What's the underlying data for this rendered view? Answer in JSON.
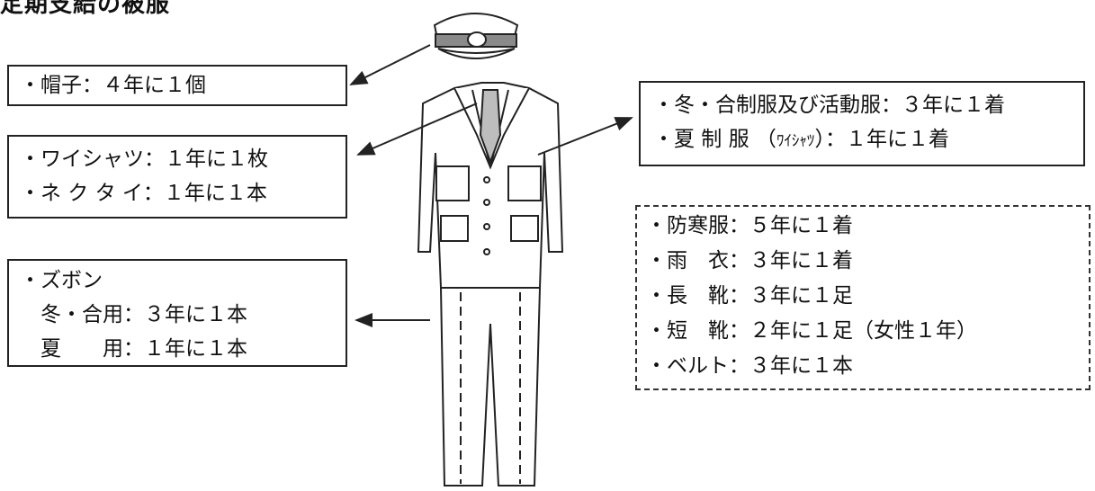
{
  "title": "定期支給の被服",
  "boxes": {
    "hat": {
      "lines": [
        "・帽子：４年に１個"
      ]
    },
    "shirt": {
      "lines": [
        "・ワイシャツ：１年に１枚",
        "・ネ ク タ イ：１年に１本"
      ]
    },
    "trousers": {
      "lines": [
        "・ズボン",
        "　冬・合用：３年に１本",
        "　夏　　用：１年に１本"
      ]
    },
    "uniform": {
      "line1": "・冬・合制服及び活動服：３年に１着",
      "line2_pre": "・夏 制 服 （",
      "line2_small": "ﾜｲｼｬﾂ",
      "line2_post": "）：１年に１着"
    },
    "other": {
      "lines": [
        "・防寒服：５年に１着",
        "・雨　衣：３年に１着",
        "・長　靴：３年に１足",
        "・短　靴：２年に１足（女性１年）",
        "・ベルト：３年に１本"
      ]
    }
  },
  "colors": {
    "line": "#222222",
    "hat_band": "#8a8a8a",
    "tie": "#bdbdbd"
  }
}
